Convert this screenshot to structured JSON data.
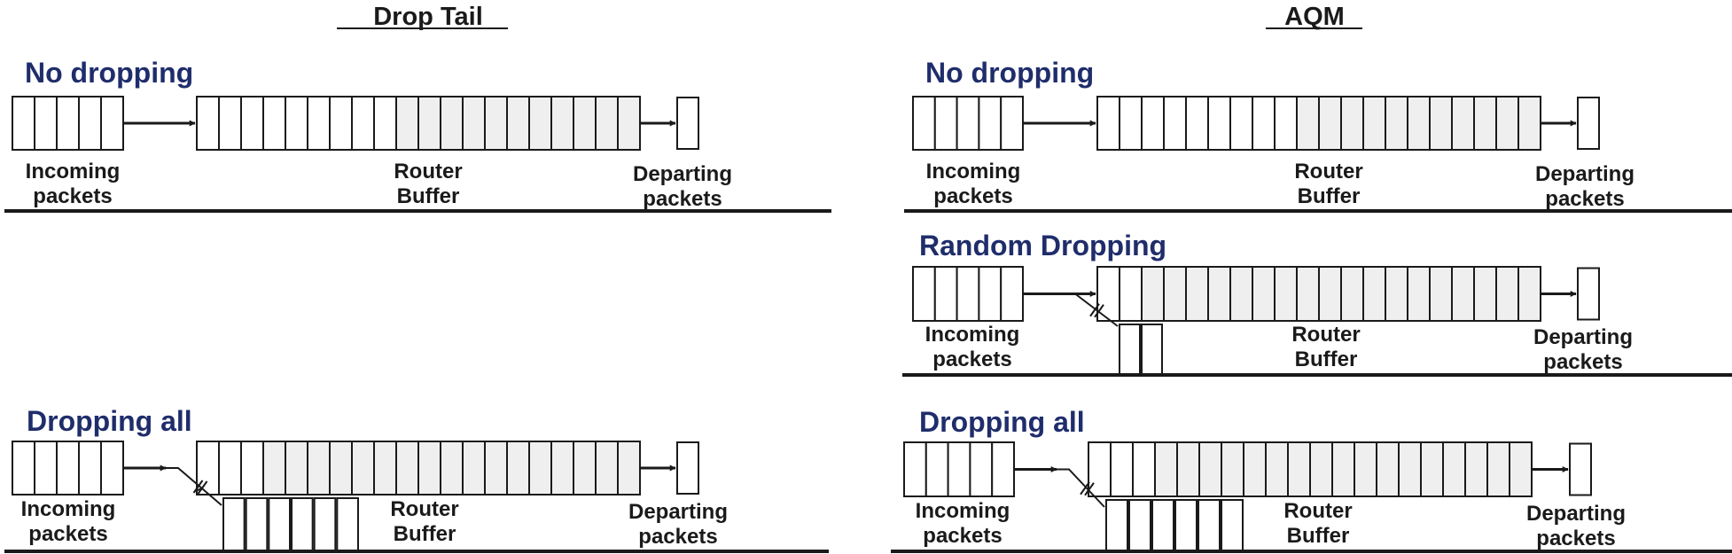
{
  "colors": {
    "title": "#1f2d6b",
    "ink": "#1a1a1a",
    "filled_cell": "#efefef",
    "empty_cell": "#ffffff"
  },
  "columns": {
    "left_title": "Drop Tail",
    "right_title": "AQM"
  },
  "labels": {
    "incoming_1": "Incoming",
    "incoming_2": "packets",
    "buffer_1": "Router",
    "buffer_2": "Buffer",
    "departing_1": "Departing",
    "departing_2": "packets"
  },
  "scenarios": [
    {
      "id": "dt-nodrop",
      "title": "No dropping",
      "incoming_count": 5,
      "buffer_empty": 9,
      "buffer_filled": 11,
      "dropped_count": 0
    },
    {
      "id": "dt-dropall",
      "title": "Dropping all",
      "incoming_count": 5,
      "buffer_empty": 3,
      "buffer_filled": 17,
      "dropped_count": 6
    },
    {
      "id": "aqm-nodrop",
      "title": "No dropping",
      "incoming_count": 5,
      "buffer_empty": 9,
      "buffer_filled": 11,
      "dropped_count": 0
    },
    {
      "id": "aqm-random",
      "title": "Random Dropping",
      "incoming_count": 5,
      "buffer_empty": 2,
      "buffer_filled": 18,
      "dropped_count": 2
    },
    {
      "id": "aqm-dropall",
      "title": "Dropping all",
      "incoming_count": 5,
      "buffer_empty": 3,
      "buffer_filled": 17,
      "dropped_count": 6
    }
  ]
}
